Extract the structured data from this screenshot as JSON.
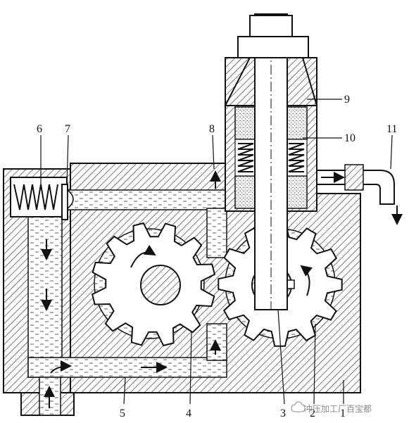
{
  "labels": {
    "l1": "1",
    "l2": "2",
    "l3": "3",
    "l4": "4",
    "l5": "5",
    "l6": "6",
    "l7": "7",
    "l8": "8",
    "l9": "9",
    "l10": "10",
    "l11": "11"
  },
  "watermark": "冲压加工厂百宝都",
  "watermark_icon": "cloud-icon",
  "colors": {
    "line": "#111111",
    "paper": "#ffffff",
    "watermark": "#8a8a8a"
  }
}
